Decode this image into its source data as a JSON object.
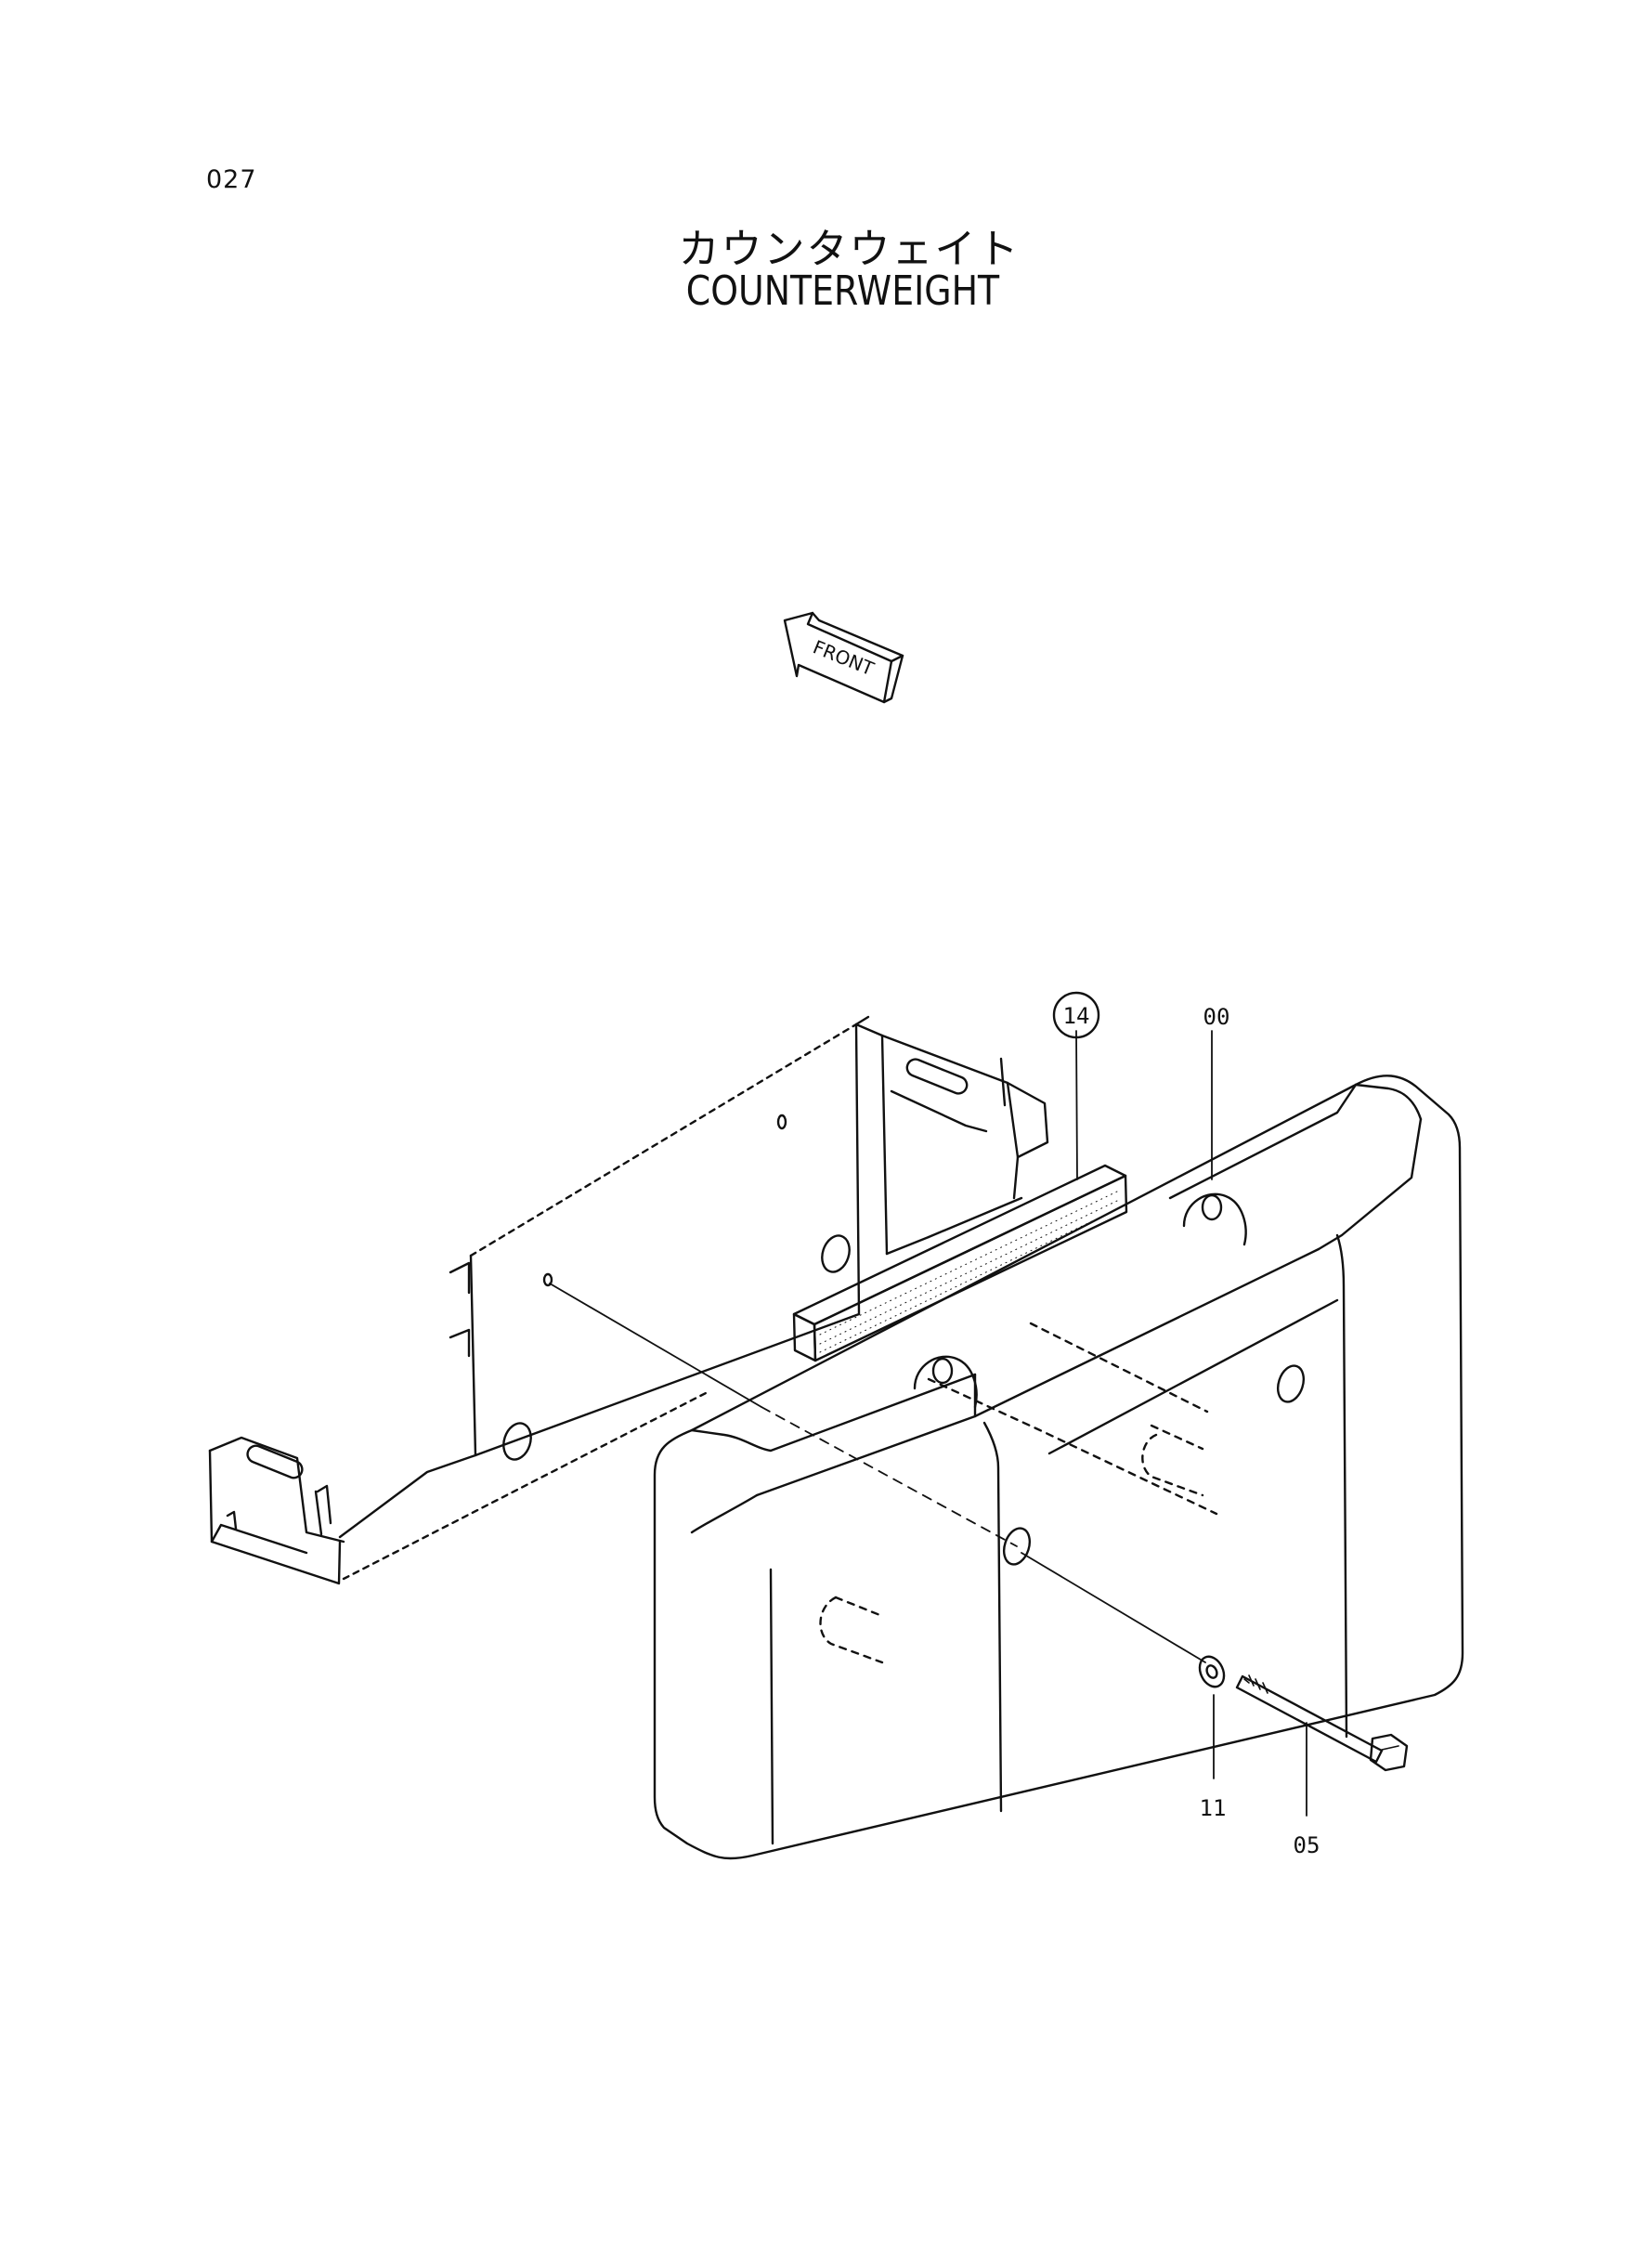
{
  "page": {
    "number": "027",
    "title_jp": "カウンタウェイト",
    "title_en": "COUNTERWEIGHT"
  },
  "front_indicator": {
    "label": "FRONT",
    "icon": "front-arrow-icon"
  },
  "callouts": {
    "strip": "14",
    "counterweight": "00",
    "washer": "11",
    "bolt": "05"
  },
  "colors": {
    "ink": "#111111",
    "background": "#ffffff"
  }
}
